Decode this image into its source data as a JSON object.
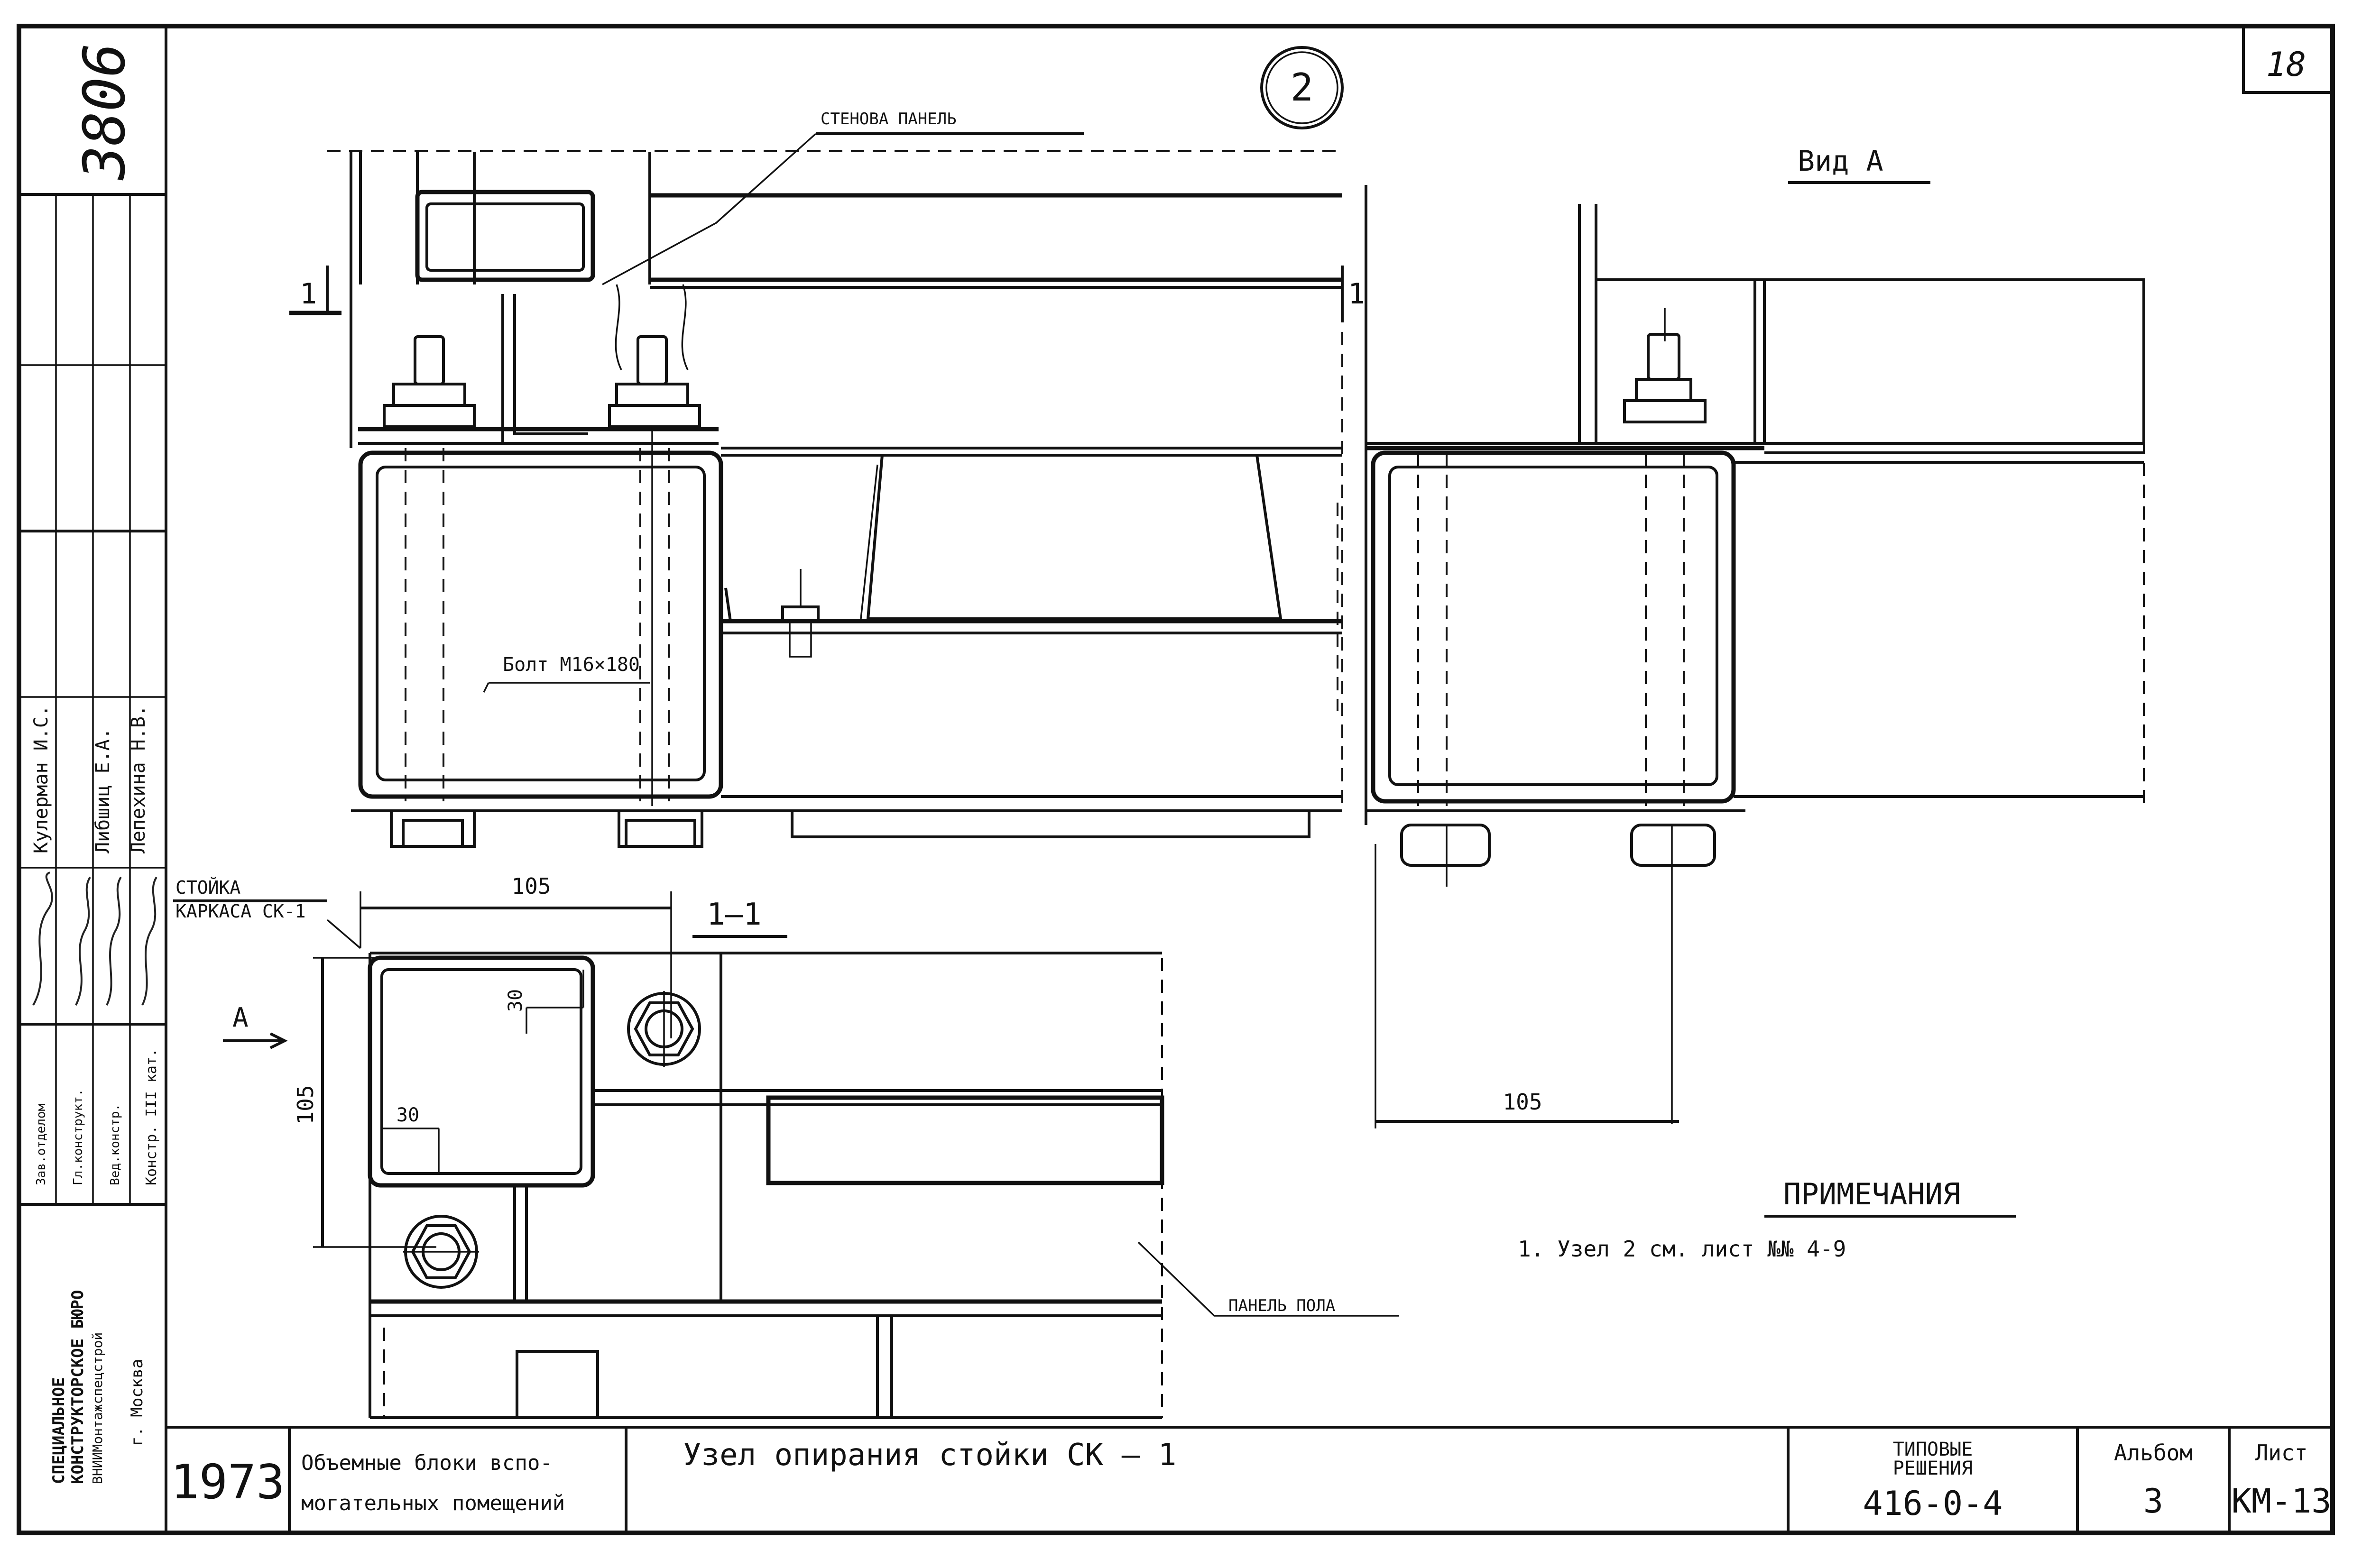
{
  "sheet": {
    "archive_number": "3806",
    "page_number": "18",
    "detail_number": "2"
  },
  "labels": {
    "wall_panel": "СТЕНОВА  ПАНЕЛЬ",
    "view_a_title": "Вид А",
    "section_mark": "1",
    "section_title": "1—1",
    "bolt": "Болт М16×180",
    "post_label_line1": "СТОЙКА",
    "post_label_line2": "КАРКАСА СК-1",
    "floor_panel": "ПАНЕЛЬ ПОЛА",
    "view_arrow": "А"
  },
  "dimensions": {
    "top_105": "105",
    "left_105": "105",
    "view_a_105": "105",
    "dim_30_v": "30",
    "dim_30_h": "30"
  },
  "notes": {
    "title": "ПРИМЕЧАНИЯ",
    "item_1": "1.  Узел  2  см.  лист  №№ 4-9"
  },
  "side_stamp": {
    "org_line1": "СПЕЦИАЛЬНОЕ",
    "org_line2": "КОНСТРУКТОРСКОЕ БЮРО",
    "org_line3": "ВНИИМонтажспецстрой",
    "city": "г. Москва",
    "roles": [
      "Зав.отделом",
      "Гл.конструкт.",
      "Вед.констр.",
      "Констр. III кат."
    ],
    "names": [
      "Кулерман И.С.",
      "Либшиц Е.А.",
      "Лепехина Н.В."
    ]
  },
  "title_block": {
    "year": "1973",
    "project_line1": "Объемные блоки вспо-",
    "project_line2": "могательных помещений",
    "drawing_title": "Узел  опирания   стойки   СК — 1",
    "series_label_line1": "ТИПОВЫЕ",
    "series_label_line2": "РЕШЕНИЯ",
    "series_code": "416-0-4",
    "album_label": "Альбом",
    "album_value": "3",
    "sheet_label": "Лист",
    "sheet_value": "КМ-13"
  }
}
